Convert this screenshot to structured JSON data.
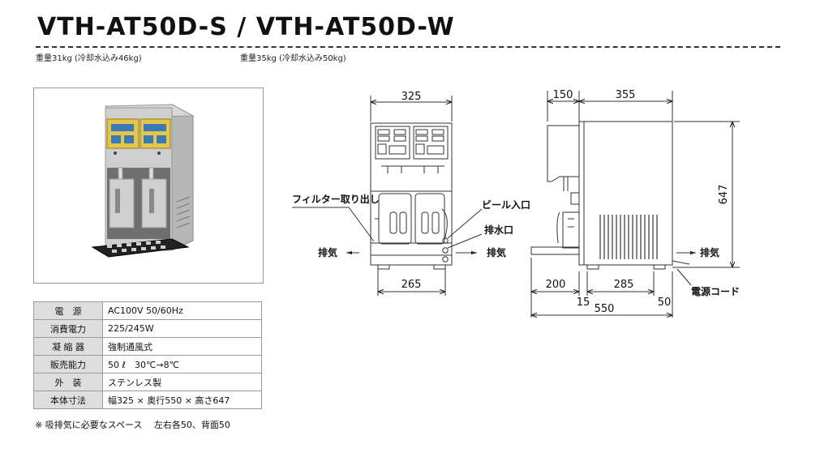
{
  "header": {
    "title": "VTH-AT50D-S / VTH-AT50D-W",
    "weight_s": "重量31kg (冷却水込み46kg)",
    "weight_w": "重量35kg (冷却水込み50kg)"
  },
  "specs": [
    {
      "label": "電　源",
      "value": "AC100V 50/60Hz"
    },
    {
      "label": "消費電力",
      "value": "225/245W"
    },
    {
      "label": "凝 縮 器",
      "value": "強制通風式"
    },
    {
      "label": "販売能力",
      "value": "50 ℓ　30℃→8℃"
    },
    {
      "label": "外　装",
      "value": "ステンレス製"
    },
    {
      "label": "本体寸法",
      "value": "幅325 × 奥行550 × 高さ647"
    }
  ],
  "note": "※ 吸排気に必要なスペース　 左右各50、背面50",
  "front": {
    "width": "325",
    "base": "265",
    "filter": "フィルター取り出し",
    "beer_in": "ビール入口",
    "drain": "排水口",
    "exhaust_left": "排気",
    "exhaust_right": "排気"
  },
  "side": {
    "d150": "150",
    "d355": "355",
    "height": "647",
    "d200": "200",
    "d285": "285",
    "d15": "15",
    "d50": "50",
    "total": "550",
    "exhaust": "排気",
    "cord": "電源コード"
  }
}
